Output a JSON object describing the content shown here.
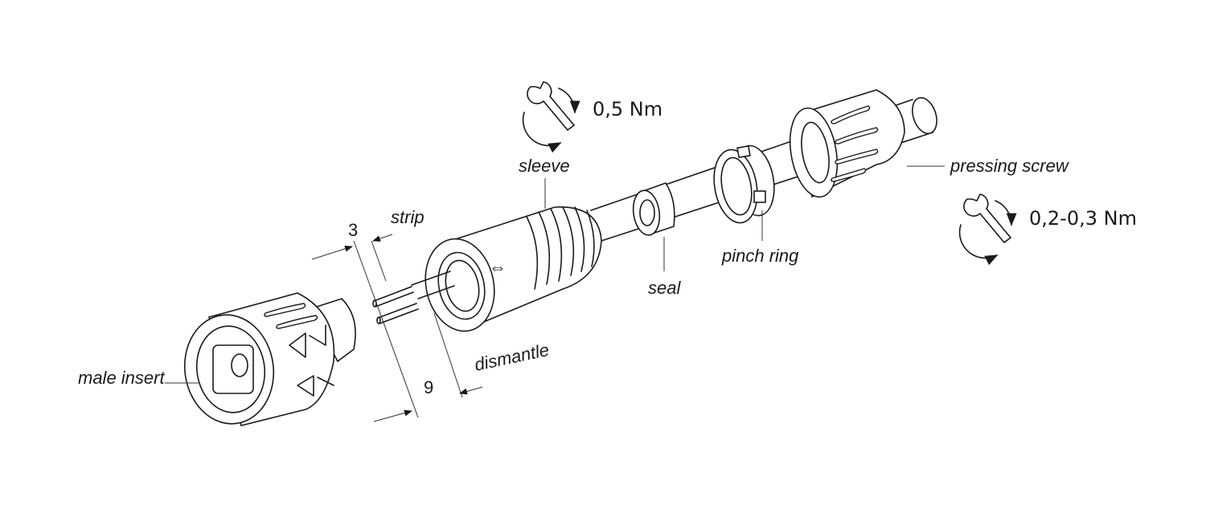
{
  "diagram": {
    "torque_top": "0,5 Nm",
    "torque_right": "0,2-0,3 Nm",
    "labels": {
      "sleeve": "sleeve",
      "strip": "strip",
      "strip_dim": "3",
      "pressing_screw": "pressing screw",
      "pinch_ring": "pinch ring",
      "seal": "seal",
      "dismantle": "dismantle",
      "dismantle_dim": "9",
      "male_insert": "male insert"
    },
    "icons": [
      "wrench-rotate-icon",
      "wrench-rotate-icon"
    ]
  }
}
